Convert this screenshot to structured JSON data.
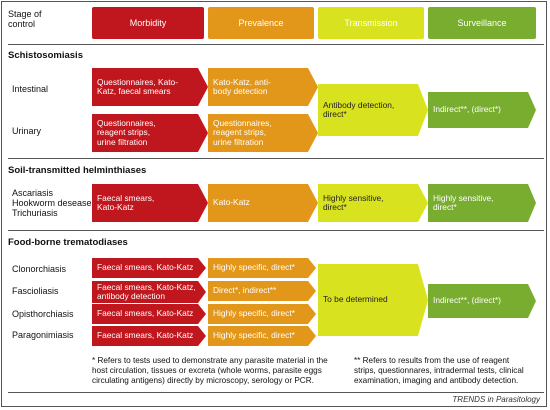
{
  "header": {
    "stage_label": "Stage of\ncontrol",
    "stages": [
      "Morbidity",
      "Prevalence",
      "Transmission",
      "Surveillance"
    ],
    "colors": {
      "morbidity": "#c0161d",
      "prevalence": "#e2961a",
      "transmission": "#d9e21e",
      "surveillance": "#79ad2f"
    }
  },
  "sections": {
    "schisto": {
      "title": "Schistosomiasis",
      "rows": [
        "Intestinal",
        "Urinary"
      ],
      "cells": {
        "intestinal_morbidity": "Questionnaires, Kato-\nKatz, faecal smears",
        "intestinal_prevalence": "Kato-Katz, anti-\nbody detection",
        "urinary_morbidity": "Questionnaires,\nreagent strips,\nurine filtration",
        "urinary_prevalence": "Questionnaires,\nreagent strips,\nurine filtration",
        "transmission": "Antibody detection,\ndirect*",
        "surveillance": "Indirect**, (direct*)"
      }
    },
    "sth": {
      "title": "Soil-transmitted helminthiases",
      "rows": "Ascariasis\nHookworm desease\nTrichuriasis",
      "cells": {
        "morbidity": "Faecal smears,\nKato-Katz",
        "prevalence": "Kato-Katz",
        "transmission": "Highly sensitive,\ndirect*",
        "surveillance": "Highly sensitive,\ndirect*"
      }
    },
    "fbt": {
      "title": "Food-borne trematodiases",
      "rows": [
        "Clonorchiasis",
        "Fascioliasis",
        "Opisthorchiasis",
        "Paragonimiasis"
      ],
      "cells": {
        "clon_morbidity": "Faecal smears, Kato-Katz",
        "clon_prevalence": "Highly specific, direct*",
        "fasc_morbidity": "Faecal smears, Kato-Katz,\nantibody detection",
        "fasc_prevalence": "Direct*, indirect**",
        "opis_morbidity": "Faecal smears, Kato-Katz",
        "opis_prevalence": "Highly specific, direct*",
        "parag_morbidity": "Faecal smears, Kato-Katz",
        "parag_prevalence": "Highly specific, direct*",
        "transmission": "To be determined",
        "surveillance": "Indirect**, (direct*)"
      }
    }
  },
  "footnotes": {
    "single": "* Refers to tests used to demonstrate any parasite material in the\nhost circulation, tissues or excreta (whole worms, parasite eggs\ncirculating antigens) directly by microscopy, serology or PCR.",
    "double": "** Refers to results from the use of reagent\nstrips, questionnares, intradermal tests, clinical\nexamination, imaging and antibody detection."
  },
  "credit": "TRENDS in Parasitology"
}
